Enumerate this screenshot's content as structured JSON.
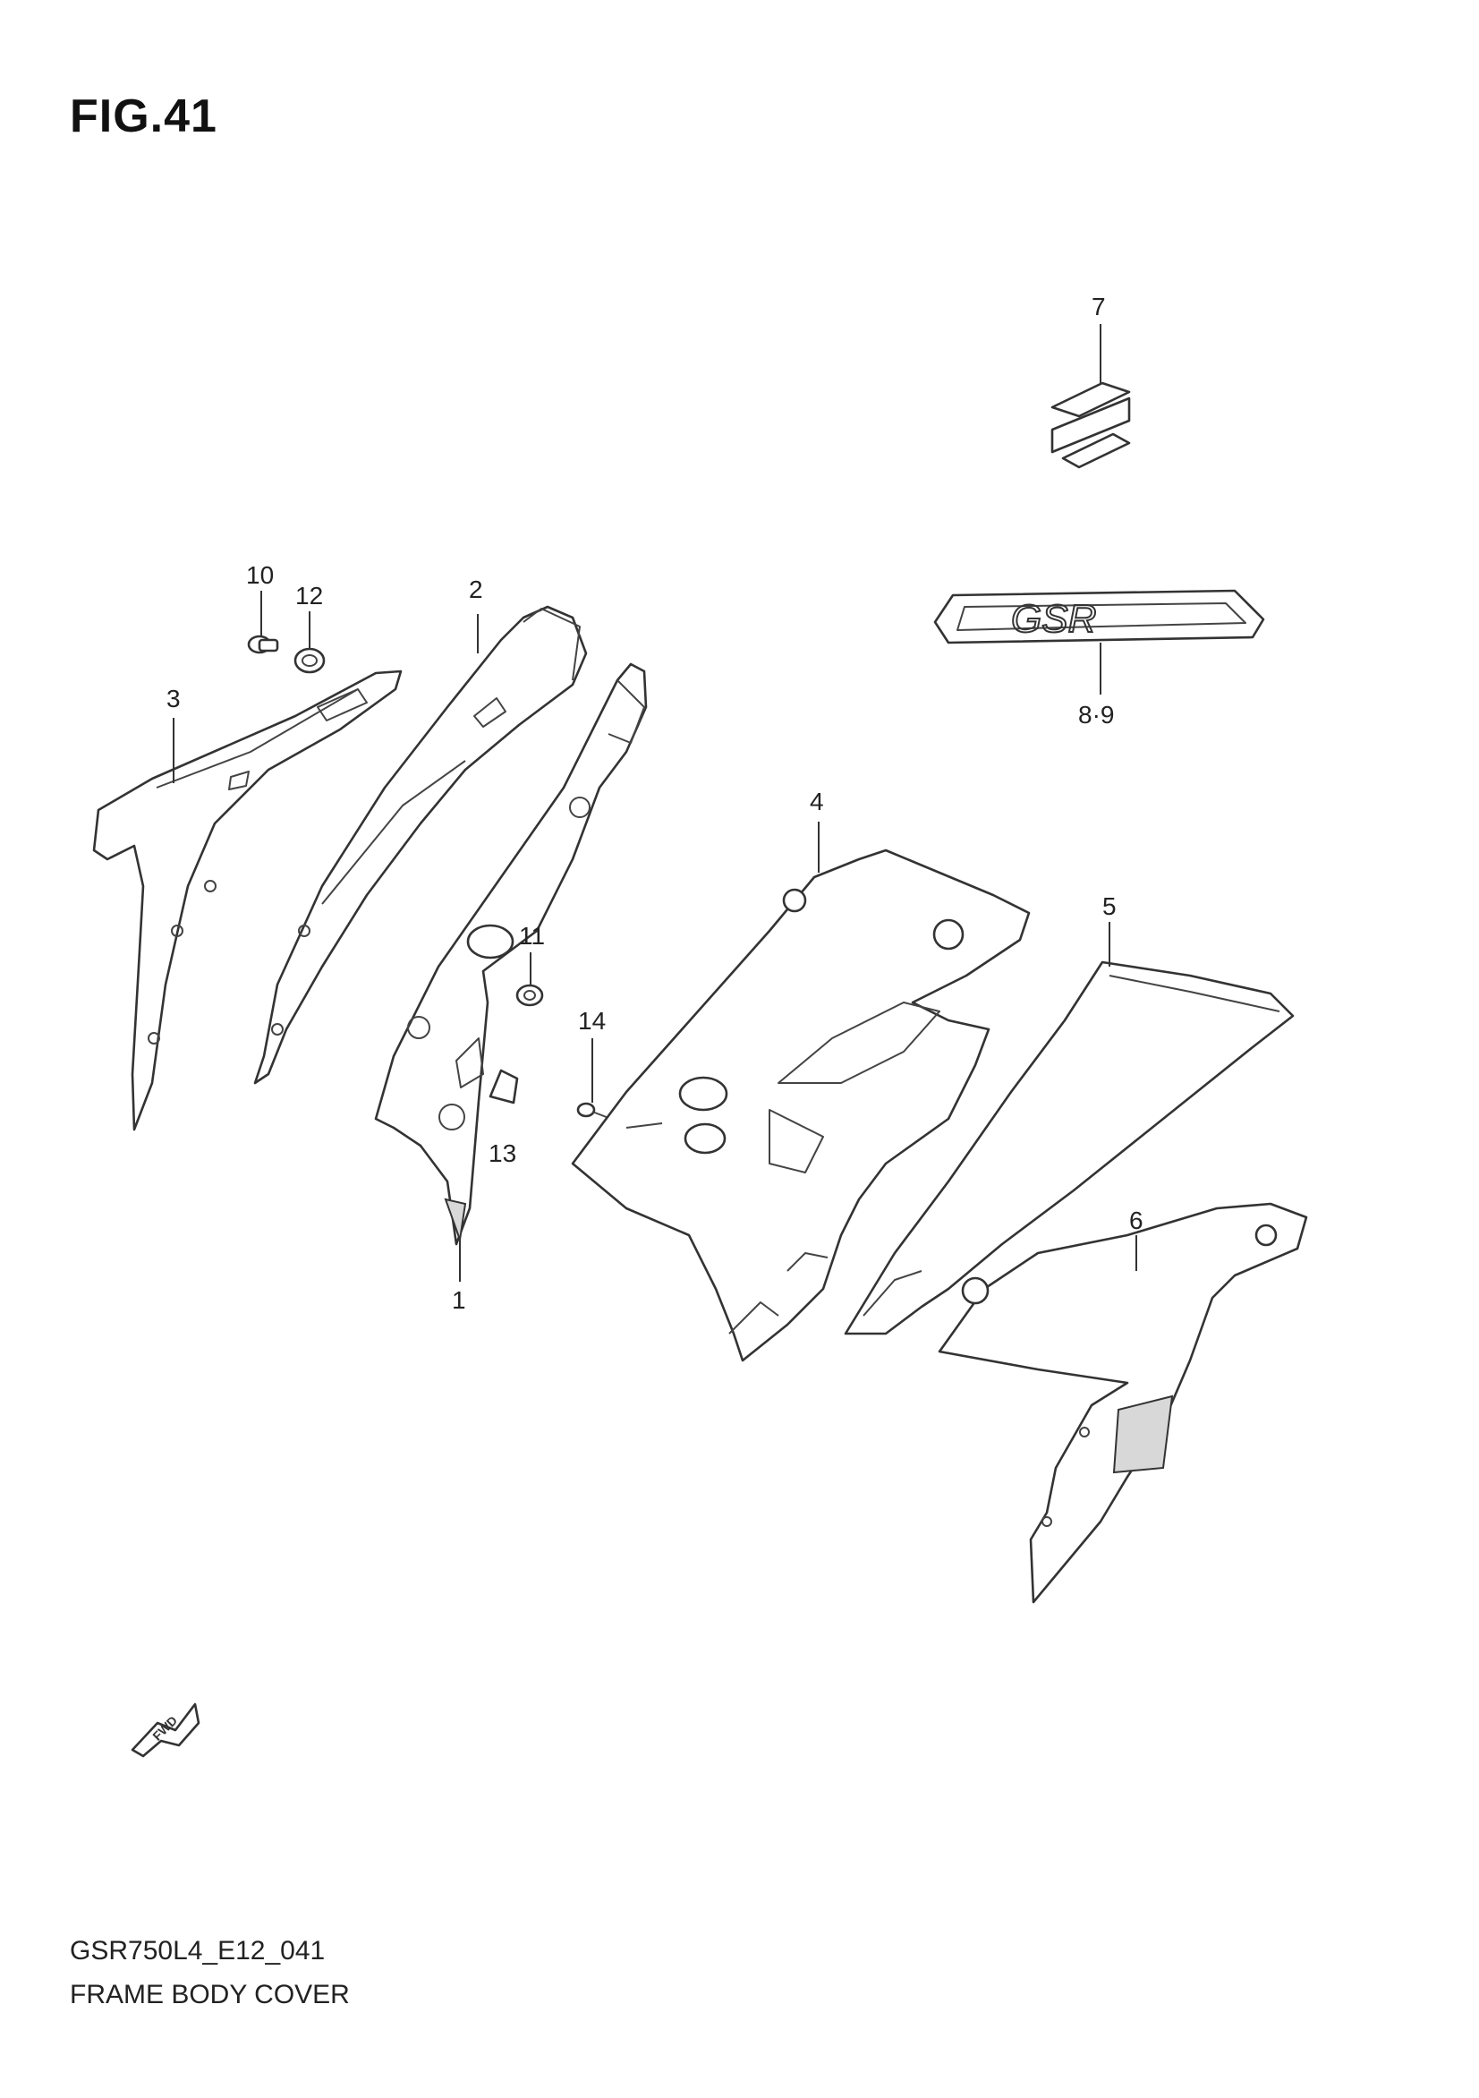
{
  "figure": {
    "title": "FIG.41",
    "code": "GSR750L4_E12_041",
    "name": "FRAME BODY COVER"
  },
  "callouts": {
    "p1": "1",
    "p2": "2",
    "p3": "3",
    "p4": "4",
    "p5": "5",
    "p6": "6",
    "p7": "7",
    "p8_9": "8·9",
    "p10": "10",
    "p11": "11",
    "p12": "12",
    "p13": "13",
    "p14": "14"
  },
  "emblems": {
    "gsr_logo_text": "GSR",
    "fwd_arrow_text": "FWD"
  }
}
